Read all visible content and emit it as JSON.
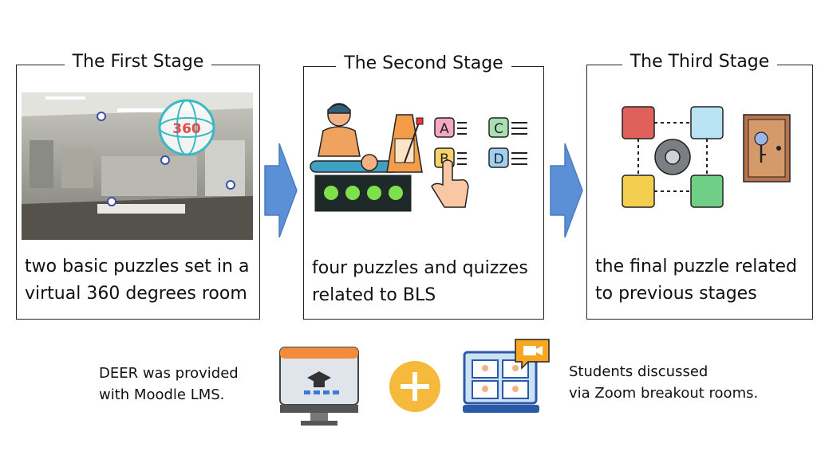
{
  "stages": [
    {
      "title": "The First Stage",
      "text_lines": [
        "two basic puzzles set in a",
        "virtual 360 degrees room"
      ],
      "badge": "360",
      "icon": "vr-room-photo"
    },
    {
      "title": "The Second Stage",
      "text_lines": [
        "four puzzles and quizzes",
        "related to BLS"
      ],
      "quiz_letters": [
        "A",
        "C",
        "B",
        "D"
      ],
      "icon": "cpr-quiz-illustration"
    },
    {
      "title": "The Third Stage",
      "text_lines": [
        "the final puzzle related",
        "to previous stages"
      ],
      "icon": "puzzle-key-illustration"
    }
  ],
  "bottom": {
    "left_text_lines": [
      "DEER was provided",
      "with Moodle LMS."
    ],
    "right_text_lines": [
      "Students discussed",
      "via Zoom breakout rooms."
    ],
    "plus_icon": "plus-icon"
  },
  "colors": {
    "arrow": "#5b8fd6",
    "plus": "#f5b93c",
    "border": "#222222"
  }
}
